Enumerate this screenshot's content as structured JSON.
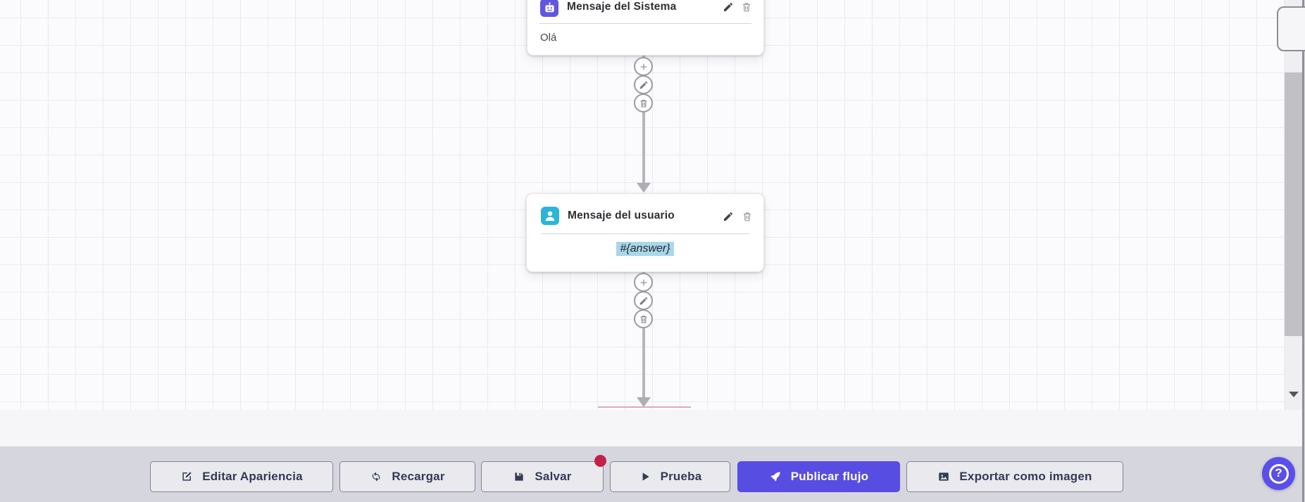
{
  "canvas": {
    "nodes": [
      {
        "title": "Mensaje del Sistema",
        "body": "Olá",
        "icon": "robot-icon",
        "icon_color": "#6156e2",
        "actions": [
          "edit",
          "delete"
        ]
      },
      {
        "title": "Mensaje del usuario",
        "body": "#{answer}",
        "icon": "user-icon",
        "icon_color": "#2cb4dc",
        "body_highlight": "#a9d6ea",
        "actions": [
          "edit",
          "delete"
        ]
      }
    ],
    "connector_actions": [
      "add-step",
      "edit-connection",
      "delete-connection"
    ]
  },
  "toolbar": {
    "buttons": [
      {
        "label": "Editar Apariencia",
        "icon": "edit-appearance-icon"
      },
      {
        "label": "Recargar",
        "icon": "refresh-icon"
      },
      {
        "label": "Salvar",
        "icon": "save-icon",
        "badge_dot": true
      },
      {
        "label": "Prueba",
        "icon": "play-icon"
      },
      {
        "label": "Publicar flujo",
        "icon": "rocket-icon",
        "primary": true
      },
      {
        "label": "Exportar como imagen",
        "icon": "image-icon"
      }
    ],
    "primary_color": "#574de2",
    "badge_color": "#c32148"
  },
  "help_button": {
    "label": "?",
    "color": "#5a4fe8"
  }
}
